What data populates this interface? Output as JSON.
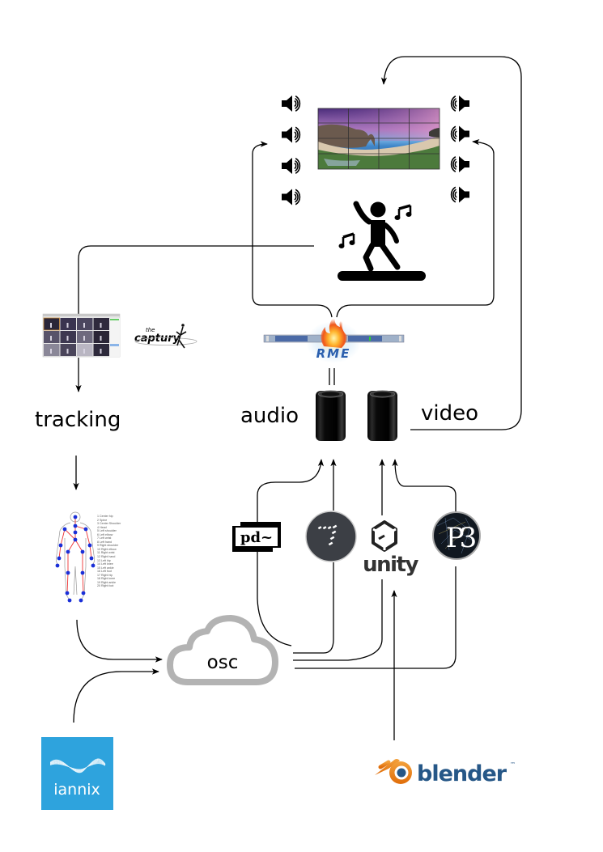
{
  "diagram": {
    "title": "Performance system overview",
    "labels": {
      "tracking": "tracking",
      "audio": "audio",
      "video": "video",
      "osc": "osc"
    },
    "nodes": {
      "video_wall": {
        "name": "video-wall",
        "grid": "4x3 display wall showing a coastal arch landscape"
      },
      "speakers_left": {
        "count": 4,
        "icon": "speaker-right-icon"
      },
      "speakers_right": {
        "count": 4,
        "icon": "speaker-left-icon"
      },
      "dancer": {
        "icon": "dancer-icon",
        "notes": 2
      },
      "capture_software": {
        "name": "motion-capture-screenshot"
      },
      "capture_logo": {
        "small": "the",
        "big": "captury"
      },
      "rme_interface": {
        "logo": "RME"
      },
      "audio_computer": {
        "name": "audio-mac-pro"
      },
      "video_computer": {
        "name": "video-mac-pro"
      },
      "skeleton": {
        "joints": [
          "1  Center hip",
          "2  Spine",
          "3  Center Shoulder",
          "4  Head",
          "5  Left shoulder",
          "6  Left elbow",
          "7  Left wrist",
          "8  Left hand",
          "9  Right shoulder",
          "10  Right elbow",
          "11  Right wrist",
          "12  Right hand",
          "13  Left hip",
          "14  Left knee",
          "15  Left ankle",
          "16  Left foot",
          "17  Right hip",
          "18  Right knee",
          "19  Right ankle",
          "20  Right foot"
        ]
      },
      "puredata": {
        "label": "pd~"
      },
      "max": {
        "name": "max-msp-logo"
      },
      "unity": {
        "label": "unity"
      },
      "processing": {
        "label": "P3"
      },
      "iannix": {
        "label": "iannix",
        "color": "#2ea3dd"
      },
      "blender": {
        "label": "blender",
        "tm": "™",
        "orange": "#e87d0d",
        "blue": "#265787"
      }
    },
    "colors": {
      "line": "#000000",
      "cloud": "#b3b3b3",
      "rme_blue": "#2a5fae",
      "max_bg": "#3c3f45",
      "processing_bg": "#111820"
    }
  }
}
